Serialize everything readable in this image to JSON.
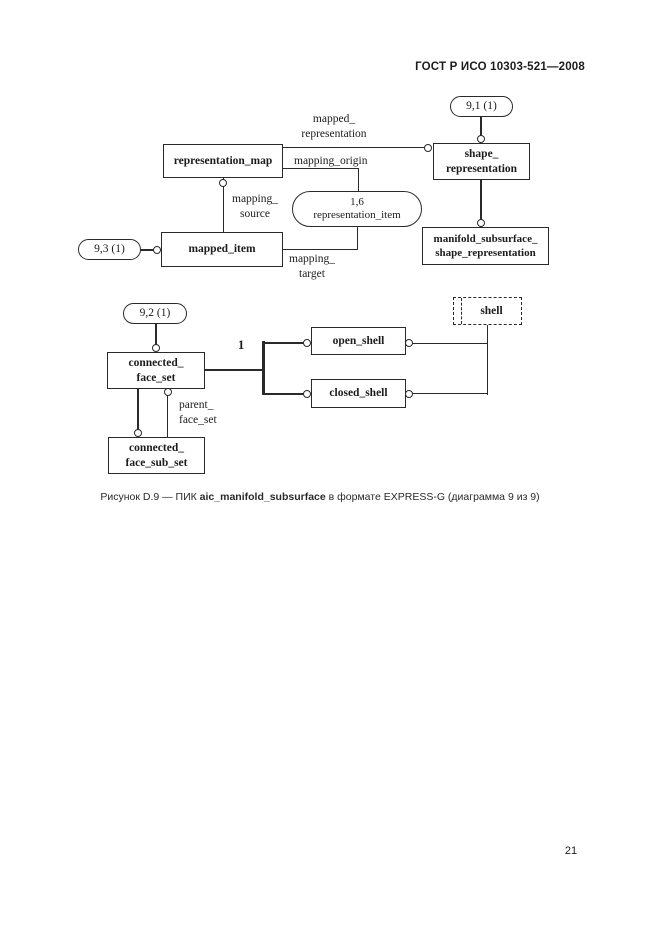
{
  "page": {
    "header": "ГОСТ Р ИСО 10303-521—2008",
    "page_number": "21"
  },
  "caption": {
    "prefix": "Рисунок D.9 — ПИК ",
    "bold": "aic_manifold_subsurface",
    "suffix": " в формате EXPRESS-G (диаграмма 9 из 9)"
  },
  "colors": {
    "ink": "#2a2a2a",
    "paper": "#ffffff"
  },
  "diagram": {
    "notation": "EXPRESS-G",
    "entities": {
      "representation_map": {
        "label": "representation_map"
      },
      "shape_representation": {
        "line1": "shape_",
        "line2": "representation"
      },
      "mapped_item": {
        "label": "mapped_item"
      },
      "manifold_subsurface_shape_representation": {
        "line1": "manifold_subsurface_",
        "line2": "shape_representation"
      },
      "connected_face_set": {
        "line1": "connected_",
        "line2": "face_set"
      },
      "open_shell": {
        "label": "open_shell"
      },
      "closed_shell": {
        "label": "closed_shell"
      },
      "shell": {
        "label": "shell"
      },
      "connected_face_sub_set": {
        "line1": "connected_",
        "line2": "face_sub_set"
      }
    },
    "page_refs": {
      "ref_9_1": {
        "label": "9,1 (1)"
      },
      "ref_9_2": {
        "label": "9,2 (1)"
      },
      "ref_9_3": {
        "label": "9,3 (1)"
      },
      "ref_1_6": {
        "line1": "1,6",
        "line2": "representation_item"
      }
    },
    "relation_labels": {
      "mapped_representation": {
        "line1": "mapped_",
        "line2": "representation"
      },
      "mapping_origin": "mapping_origin",
      "mapping_source": {
        "line1": "mapping_",
        "line2": "source"
      },
      "mapping_target": {
        "line1": "mapping_",
        "line2": "target"
      },
      "oneof": "1",
      "parent_face_set": {
        "line1": "parent_",
        "line2": "face_set"
      }
    }
  }
}
